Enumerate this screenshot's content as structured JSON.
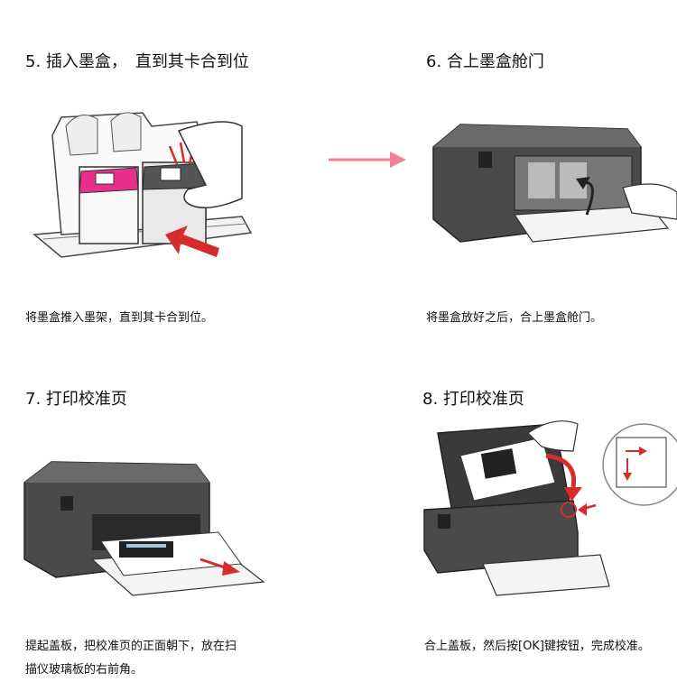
{
  "steps": [
    {
      "title": "5. 插入墨盒，　直到其卡合到位",
      "desc": "将墨盒推入墨架，直到其卡合到位。"
    },
    {
      "title": "6. 合上墨盒舱门",
      "desc": "将墨盒放好之后，合上墨盒舱门。"
    },
    {
      "title": "7. 打印校准页",
      "desc": ""
    },
    {
      "title": "8. 打印校准页",
      "desc": "合上盖板，然后按[OK]键按钮，完成校准。"
    }
  ],
  "step7_desc_lines": [
    "提起盖板，把校准页的正面朝下，放在扫",
    "描仪玻璃板的右前角。"
  ],
  "colors": {
    "arrow": "#f0809a",
    "magenta": "#e8308a",
    "red_arrow": "#d62c2c",
    "printer": "#4a4a4a"
  },
  "icons": [
    "cartridge-illustration",
    "printer-close-door-illustration",
    "printer-output-illustration",
    "scanner-alignment-illustration",
    "pink-arrow-icon"
  ]
}
